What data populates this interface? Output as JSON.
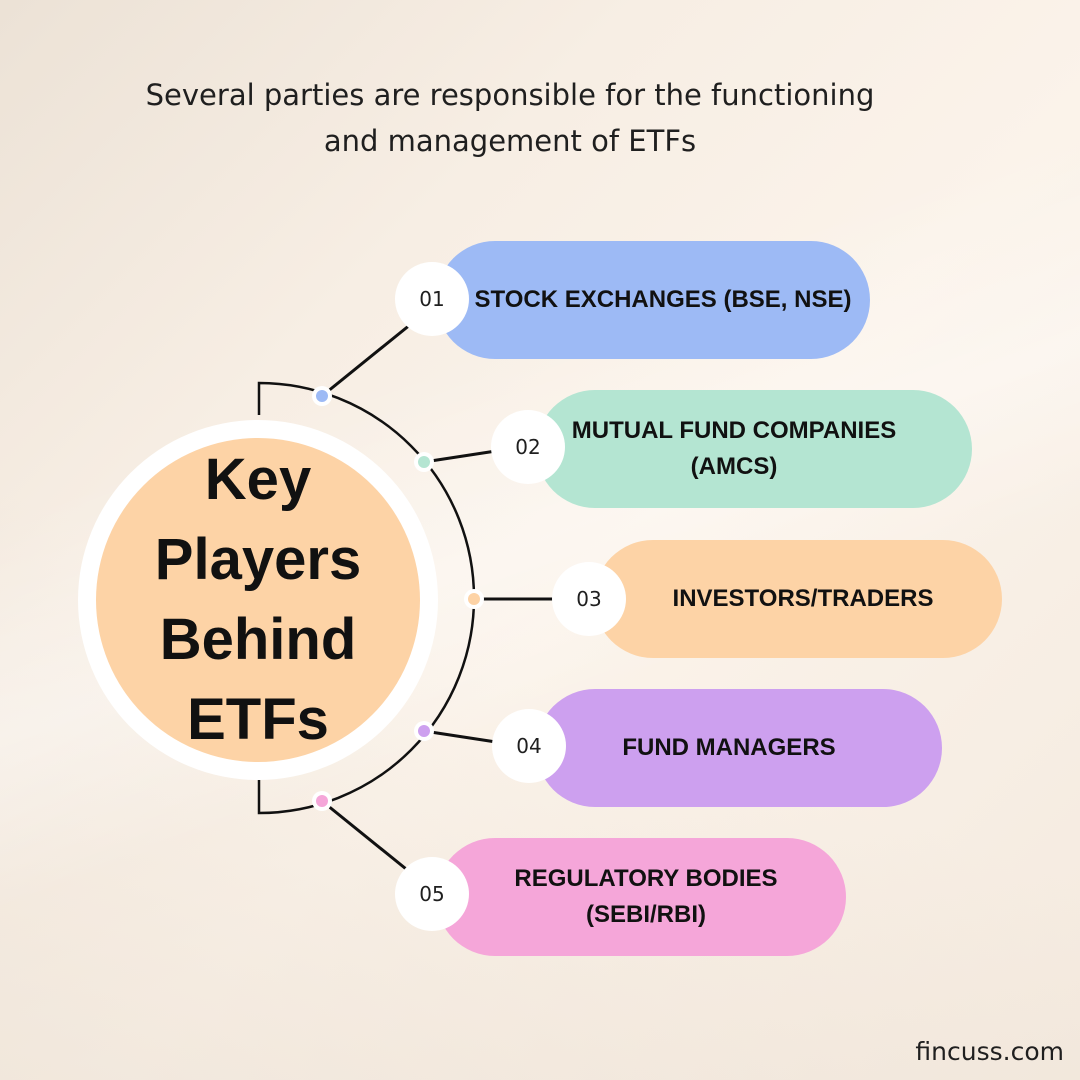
{
  "subtitle": {
    "line1": "Several parties are responsible for the functioning",
    "line2": "and management of ETFs"
  },
  "hub": {
    "lines": [
      "Key",
      "Players",
      "Behind",
      "ETFs"
    ]
  },
  "players": [
    {
      "number": "01",
      "label": "STOCK EXCHANGES (BSE, NSE)",
      "color": "#9dbaf5"
    },
    {
      "number": "02",
      "label": "MUTUAL FUND COMPANIES (AMCS)",
      "color": "#b4e5d2"
    },
    {
      "number": "03",
      "label": "INVESTORS/TRADERS",
      "color": "#fdd3a6"
    },
    {
      "number": "04",
      "label": "FUND MANAGERS",
      "color": "#cda0ef"
    },
    {
      "number": "05",
      "label": "REGULATORY BODIES (SEBI/RBI)",
      "color": "#f5a6d9"
    }
  ],
  "footer": {
    "site": "fincuss.com"
  }
}
